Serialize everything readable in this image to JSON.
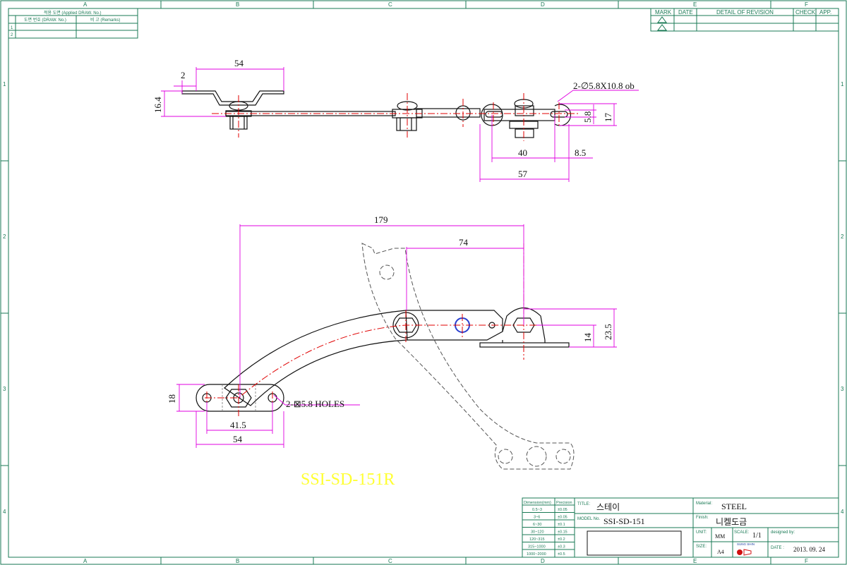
{
  "frame": {
    "zones_horizontal": [
      "A",
      "B",
      "C",
      "D",
      "E",
      "F"
    ],
    "zones_vertical": [
      "1",
      "2",
      "3",
      "4"
    ]
  },
  "applied_drawing_table": {
    "header_top": "적용 도면 (Applied DRAW. No.)",
    "col_drawing_no": "도면 번호 (DRAW. No.)",
    "col_remarks": "비 고 (Remarks)",
    "rows": [
      "1",
      "2"
    ]
  },
  "revision_table": {
    "mark": "MARK",
    "date": "DATE",
    "detail": "DETAIL OF REVISION",
    "check": "CHECK",
    "app": "APP."
  },
  "dimensions": {
    "top_54": "54",
    "top_2": "2",
    "top_16_4": "16.4",
    "slot_note": "2-∅5.8X10.8 ob",
    "top_5_8": "5.8",
    "top_17": "17",
    "top_40": "40",
    "top_8_5": "8.5",
    "top_57": "57",
    "main_179": "179",
    "main_74": "74",
    "main_23_5": "23.5",
    "main_14": "14",
    "main_18": "18",
    "holes_note": "2-⊠5.8 HOLES",
    "main_41_5": "41.5",
    "main_54": "54"
  },
  "part_label": "SSI-SD-151R",
  "tolerance_table": {
    "col_dimension": "Dimension(mm)",
    "col_precision": "Precision",
    "rows": [
      [
        "0.5~3",
        "±0.05"
      ],
      [
        "3~6",
        "±0.05"
      ],
      [
        "6~30",
        "±0.1"
      ],
      [
        "30~120",
        "±0.15"
      ],
      [
        "120~315",
        "±0.2"
      ],
      [
        "315~1000",
        "±0.3"
      ],
      [
        "1000~2000",
        "±0.5"
      ]
    ]
  },
  "title_block": {
    "title_label": "TITLE:",
    "title": "스테이",
    "model_label": "MODEL No.",
    "model": "SSI-SD-151",
    "material_label": "Material:",
    "material": "STEEL",
    "finish_label": "Finish:",
    "finish": "니켈도금",
    "unit_label": "UNIT:",
    "unit": "MM",
    "scale_label": "SCALE:",
    "scale": "1/1",
    "designed_label": "designed by:",
    "size_label": "SIZE:",
    "size": "A4",
    "logo_text": "SUNG SHIN",
    "date_label": "DATE :",
    "date": "2013. 09. 24"
  },
  "colors": {
    "frame": "#1a7a55",
    "object": "#111111",
    "centerline": "#e00000",
    "dimension": "#e000e0",
    "part_label": "#ffff33",
    "highlight_hole": "#2a3fd0"
  }
}
